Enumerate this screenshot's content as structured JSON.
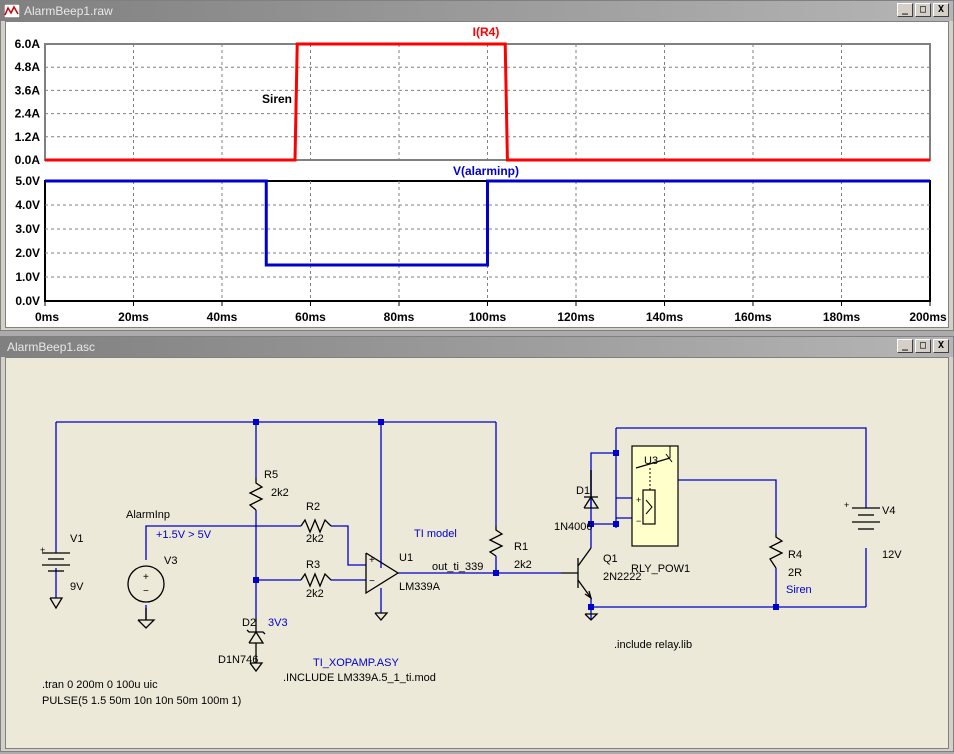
{
  "windows": {
    "raw": {
      "title": "AlarmBeep1.raw",
      "minimize": "_",
      "maximize": "□",
      "close": "X"
    },
    "asc": {
      "title": "AlarmBeep1.asc",
      "minimize": "_",
      "maximize": "□",
      "close": "X"
    }
  },
  "plot": {
    "top_pane": {
      "trace_label": "I(R4)",
      "trace_color": "#FF0000",
      "y_ticks": [
        "6.0A",
        "4.8A",
        "3.6A",
        "2.4A",
        "1.2A",
        "0.0A"
      ],
      "annotation": "Siren"
    },
    "bottom_pane": {
      "trace_label": "V(alarminp)",
      "trace_color": "#0000CC",
      "y_ticks": [
        "5.0V",
        "4.0V",
        "3.0V",
        "2.0V",
        "1.0V",
        "0.0V"
      ]
    },
    "x_ticks": [
      "0ms",
      "20ms",
      "40ms",
      "60ms",
      "80ms",
      "100ms",
      "120ms",
      "140ms",
      "160ms",
      "180ms",
      "200ms"
    ]
  },
  "chart_data": [
    {
      "type": "line",
      "series": [
        {
          "name": "I(R4)",
          "x_ms": [
            0,
            56.5,
            57,
            104,
            104.5,
            200
          ],
          "y": [
            0,
            0,
            6.0,
            6.0,
            0,
            0
          ]
        }
      ],
      "ylim": [
        0,
        6.0
      ],
      "xlim": [
        0,
        200
      ],
      "grid": true,
      "annotation": "Siren"
    },
    {
      "type": "line",
      "series": [
        {
          "name": "V(alarminp)",
          "x_ms": [
            0,
            50,
            50,
            100,
            100,
            200
          ],
          "y": [
            5.0,
            5.0,
            1.5,
            1.5,
            5.0,
            5.0
          ]
        }
      ],
      "ylim": [
        0,
        5.0
      ],
      "xlim": [
        0,
        200
      ],
      "grid": true
    }
  ],
  "schematic": {
    "labels": {
      "v1_name": "V1",
      "v1_value": "9V",
      "v3_name": "V3",
      "alarm_net": "AlarmInp",
      "alarm_note": "+1.5V > 5V",
      "r5_name": "R5",
      "r5_value": "2k2",
      "r2_name": "R2",
      "r2_value": "2k2",
      "r3_name": "R3",
      "r3_value": "2k2",
      "d2_name": "D2",
      "d2_value": "D1N746",
      "d2_note": "3V3",
      "u1_name": "U1",
      "u1_value": "LM339A",
      "u1_note": "TI model",
      "u1_lib": "TI_XOPAMP.ASY",
      "u1_include": ".INCLUDE LM339A.5_1_ti.mod",
      "r1_name": "R1",
      "r1_value": "2k2",
      "out_net": "out_ti_339",
      "d1_name": "D1",
      "d1_value": "1N4006",
      "q1_name": "Q1",
      "q1_value": "2N2222",
      "u3_name": "U3",
      "u3_value": "RLY_POW1",
      "relay_include": ".include relay.lib",
      "r4_name": "R4",
      "r4_value": "2R",
      "r4_note": "Siren",
      "v4_name": "V4",
      "v4_value": "12V",
      "tran_cmd": ".tran 0 200m 0 100u uic",
      "pulse_cmd": "PULSE(5 1.5 50m 10n 10n 50m 100m 1)",
      "plus": "+",
      "minus": "−"
    }
  }
}
